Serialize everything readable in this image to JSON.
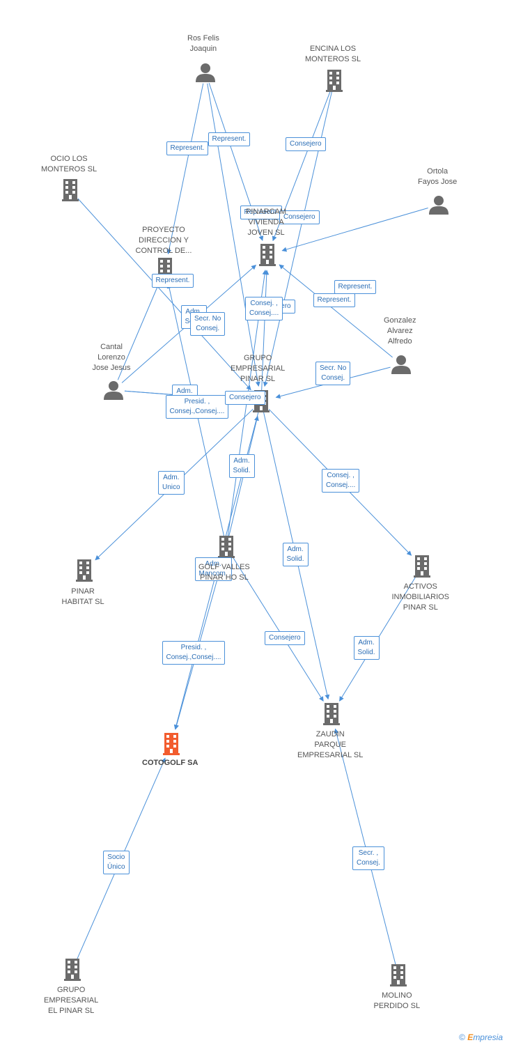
{
  "colors": {
    "edge": "#4a90d9",
    "node": "#6b6b6b",
    "highlight": "#f25c2e"
  },
  "nodes": [
    {
      "id": "ros_felis",
      "label": "Ros Felis\nJoaquin",
      "kind": "person"
    },
    {
      "id": "encina",
      "label": "ENCINA LOS\nMONTEROS SL",
      "kind": "company"
    },
    {
      "id": "ocio",
      "label": "OCIO LOS\nMONTEROS SL",
      "kind": "company"
    },
    {
      "id": "ortola",
      "label": "Ortola\nFayos Jose",
      "kind": "person"
    },
    {
      "id": "proyecto",
      "label": "PROYECTO\nDIRECCION Y\nCONTROL DE...",
      "kind": "company"
    },
    {
      "id": "pinarcam",
      "label": "PINARCAM\nVIVIENDA\nJOVEN SL",
      "kind": "company"
    },
    {
      "id": "gonzalez",
      "label": "Gonzalez\nAlvarez\nAlfredo",
      "kind": "person"
    },
    {
      "id": "cantal",
      "label": "Cantal\nLorenzo\nJose Jesus",
      "kind": "person"
    },
    {
      "id": "grupo_pinar",
      "label": "GRUPO\nEMPRESARIAL\nPINAR SL",
      "kind": "company"
    },
    {
      "id": "pinar_habitat",
      "label": "PINAR\nHABITAT SL",
      "kind": "company"
    },
    {
      "id": "golf_valles",
      "label": "GOLF VALLES\nPINAR HO SL",
      "kind": "company"
    },
    {
      "id": "activos",
      "label": "ACTIVOS\nINMOBILIARIOS\nPINAR SL",
      "kind": "company"
    },
    {
      "id": "cotogolf",
      "label": "COTOGOLF SA",
      "kind": "company",
      "main": true
    },
    {
      "id": "zaudin",
      "label": "ZAUDIN\nPARQUE\nEMPRESARIAL SL",
      "kind": "company"
    },
    {
      "id": "grupo_el_pinar",
      "label": "GRUPO\nEMPRESARIAL\nEL PINAR SL",
      "kind": "company"
    },
    {
      "id": "molino",
      "label": "MOLINO\nPERDIDO SL",
      "kind": "company"
    }
  ],
  "edges": [
    {
      "from": "ros_felis",
      "to": "proyecto",
      "label": "Represent."
    },
    {
      "from": "ros_felis",
      "to": "pinarcam",
      "label": "Represent."
    },
    {
      "from": "ros_felis",
      "to": "grupo_pinar",
      "label": "Represent."
    },
    {
      "from": "encina",
      "to": "pinarcam",
      "label": "Consejero"
    },
    {
      "from": "encina",
      "to": "grupo_pinar",
      "label": "Consejero"
    },
    {
      "from": "ocio",
      "to": "grupo_pinar",
      "label": "Consejero"
    },
    {
      "from": "ortola",
      "to": "pinarcam",
      "label": "Represent."
    },
    {
      "from": "gonzalez",
      "to": "pinarcam",
      "label": "Represent."
    },
    {
      "from": "gonzalez",
      "to": "grupo_pinar",
      "label": "Represent."
    },
    {
      "from": "cantal",
      "to": "pinarcam",
      "label": "Secr. No\nConsej."
    },
    {
      "from": "cantal",
      "to": "proyecto",
      "label": "Adm.\nSolid."
    },
    {
      "from": "cantal",
      "to": "grupo_pinar",
      "label": "Secr. No\nConsej."
    },
    {
      "from": "cantal",
      "to": "grupo_pinar",
      "label": "Adm.\nSolid."
    },
    {
      "from": "grupo_pinar",
      "to": "pinarcam",
      "label": "Presid. ,\nConsej.,Consej...."
    },
    {
      "from": "golf_valles",
      "to": "grupo_pinar",
      "label": "Consej. ,\nConsej...."
    },
    {
      "from": "golf_valles",
      "to": "pinarcam",
      "label": "Consejero"
    },
    {
      "from": "golf_valles",
      "to": "proyecto",
      "label": "Adm.\nSolid."
    },
    {
      "from": "grupo_pinar",
      "to": "pinar_habitat",
      "label": "Adm.\nMancom."
    },
    {
      "from": "grupo_pinar",
      "to": "activos",
      "label": "Adm.\nUnico"
    },
    {
      "from": "grupo_pinar",
      "to": "zaudin",
      "label": "Consej. ,\nConsej...."
    },
    {
      "from": "grupo_pinar",
      "to": "cotogolf",
      "label": "Adm.\nSolid."
    },
    {
      "from": "golf_valles",
      "to": "zaudin",
      "label": "Presid. ,\nConsej.,Consej...."
    },
    {
      "from": "activos",
      "to": "zaudin",
      "label": "Consejero"
    },
    {
      "from": "golf_valles",
      "to": "cotogolf",
      "label": "Adm.\nSolid."
    },
    {
      "from": "grupo_el_pinar",
      "to": "cotogolf",
      "label": "Socio\nÚnico"
    },
    {
      "from": "molino",
      "to": "zaudin",
      "label": "Secr. ,\nConsej."
    }
  ],
  "footer": {
    "copyright": "©",
    "brand_first": "E",
    "brand_rest": "mpresia"
  }
}
